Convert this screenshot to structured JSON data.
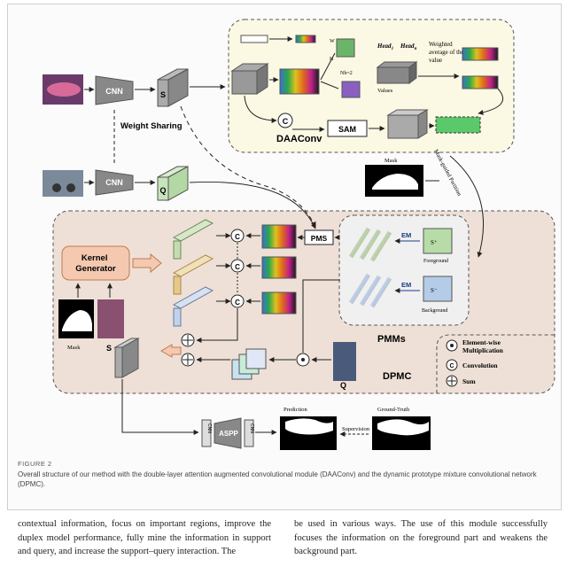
{
  "figure": {
    "label": "FIGURE 2",
    "caption": "Overall structure of our method with the double-layer attention augmented convolutional module (DAAConv) and the dynamic prototype mixture convolutional network (DPMC).",
    "nodes": {
      "cnn_top": "CNN",
      "cnn_bottom": "CNN",
      "s": "S",
      "q": "Q",
      "weight_sharing": "Weight Sharing",
      "daaconv": "DAAConv",
      "sam": "SAM",
      "c_symbol": "C",
      "head1": "Head",
      "head1_sub": "1",
      "headn": "Head",
      "headn_sub": "n",
      "weighted_avg": [
        "Weighted",
        "average of the",
        "value"
      ],
      "values": "Values",
      "nh2": "Nh=2",
      "w": "W",
      "h": "H",
      "mask_top": "Mask",
      "mask_partition": "Mask-guided Partition",
      "pms": "PMS",
      "em1": "EM",
      "em2": "EM",
      "s_plus": "S⁺",
      "s_minus": "S⁻",
      "foreground": "Foreground",
      "background": "Background",
      "pmms": "PMMs",
      "kernel_generator": [
        "Kernel",
        "Generator"
      ],
      "mask_left": "Mask",
      "s_left": "S",
      "q_bottom": "Q",
      "dpmc": "DPMC",
      "aspp": "ASPP",
      "cnn_v": "CNN",
      "prediction": "Prediction",
      "ground_truth": "Ground-Truth",
      "supervision": "Supervision",
      "legend_mult": [
        "Element-wise",
        "Multiplication"
      ],
      "legend_conv": "Convolution",
      "legend_sum": "Sum"
    }
  },
  "body": {
    "left": "contextual information, focus on important regions, improve the duplex model performance, fully mine the information in support and query, and increase the support–query interaction. The",
    "right": "be used in various ways. The use of this module successfully focuses the information on the foreground part and weakens the background part."
  }
}
